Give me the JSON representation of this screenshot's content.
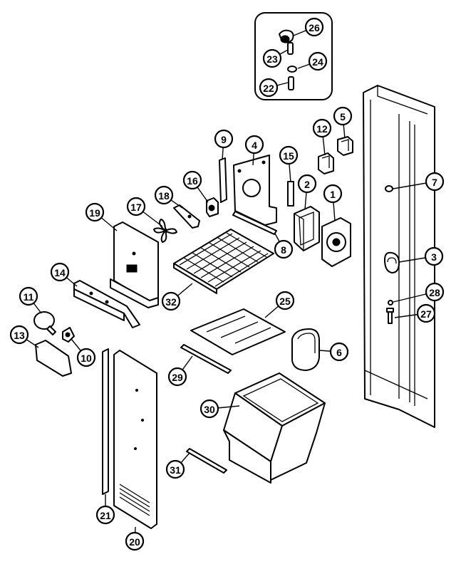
{
  "callouts": [
    {
      "key": "p26",
      "label": "26"
    },
    {
      "key": "p23",
      "label": "23"
    },
    {
      "key": "p24",
      "label": "24"
    },
    {
      "key": "p22",
      "label": "22"
    },
    {
      "key": "p12",
      "label": "12"
    },
    {
      "key": "p5",
      "label": "5"
    },
    {
      "key": "p9",
      "label": "9"
    },
    {
      "key": "p4",
      "label": "4"
    },
    {
      "key": "p15",
      "label": "15"
    },
    {
      "key": "p7",
      "label": "7"
    },
    {
      "key": "p16",
      "label": "16"
    },
    {
      "key": "p2",
      "label": "2"
    },
    {
      "key": "p1",
      "label": "1"
    },
    {
      "key": "p18",
      "label": "18"
    },
    {
      "key": "p17",
      "label": "17"
    },
    {
      "key": "p19",
      "label": "19"
    },
    {
      "key": "p8",
      "label": "8"
    },
    {
      "key": "p3",
      "label": "3"
    },
    {
      "key": "p14",
      "label": "14"
    },
    {
      "key": "p32",
      "label": "32"
    },
    {
      "key": "p25",
      "label": "25"
    },
    {
      "key": "p28",
      "label": "28"
    },
    {
      "key": "p11",
      "label": "11"
    },
    {
      "key": "p27",
      "label": "27"
    },
    {
      "key": "p13",
      "label": "13"
    },
    {
      "key": "p10",
      "label": "10"
    },
    {
      "key": "p6",
      "label": "6"
    },
    {
      "key": "p29",
      "label": "29"
    },
    {
      "key": "p30",
      "label": "30"
    },
    {
      "key": "p31",
      "label": "31"
    },
    {
      "key": "p21",
      "label": "21"
    },
    {
      "key": "p20",
      "label": "20"
    }
  ]
}
